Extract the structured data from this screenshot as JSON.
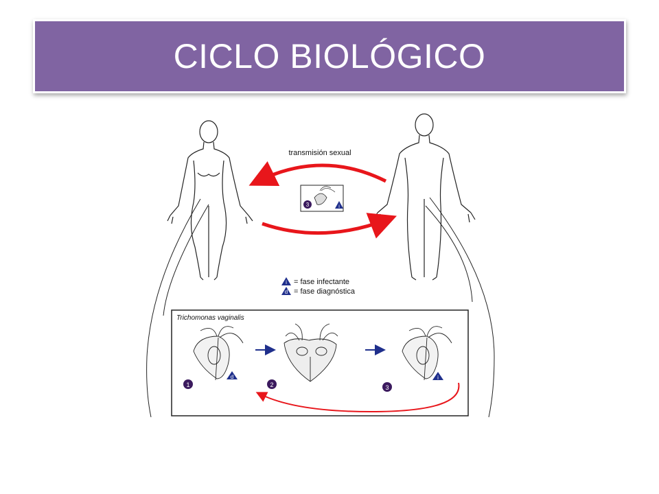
{
  "slide": {
    "title": "CICLO BIOLÓGICO",
    "colors": {
      "title_bar": "#8064a2",
      "title_text": "#ffffff",
      "arrow_red": "#e8161b",
      "stage_badge": "#3b1a5e",
      "triangle_badge": "#1f2f8c"
    }
  },
  "diagram": {
    "transmission_label": "transmisión sexual",
    "legend": [
      {
        "letter": "i",
        "text": "= fase infectante"
      },
      {
        "letter": "d",
        "text": "= fase diagnóstica"
      }
    ],
    "species_label": "Trichomonas vaginalis",
    "center_badge": {
      "stage": "3",
      "triangle": "i"
    },
    "stages": [
      {
        "number": "1",
        "triangle": "d"
      },
      {
        "number": "2",
        "triangle": ""
      },
      {
        "number": "3",
        "triangle": "i"
      }
    ],
    "icons": [
      "female-body-icon",
      "male-body-icon",
      "trophozoite-icon",
      "dividing-trophozoite-icon",
      "blue-arrow-icon",
      "red-arrow-icon"
    ]
  }
}
